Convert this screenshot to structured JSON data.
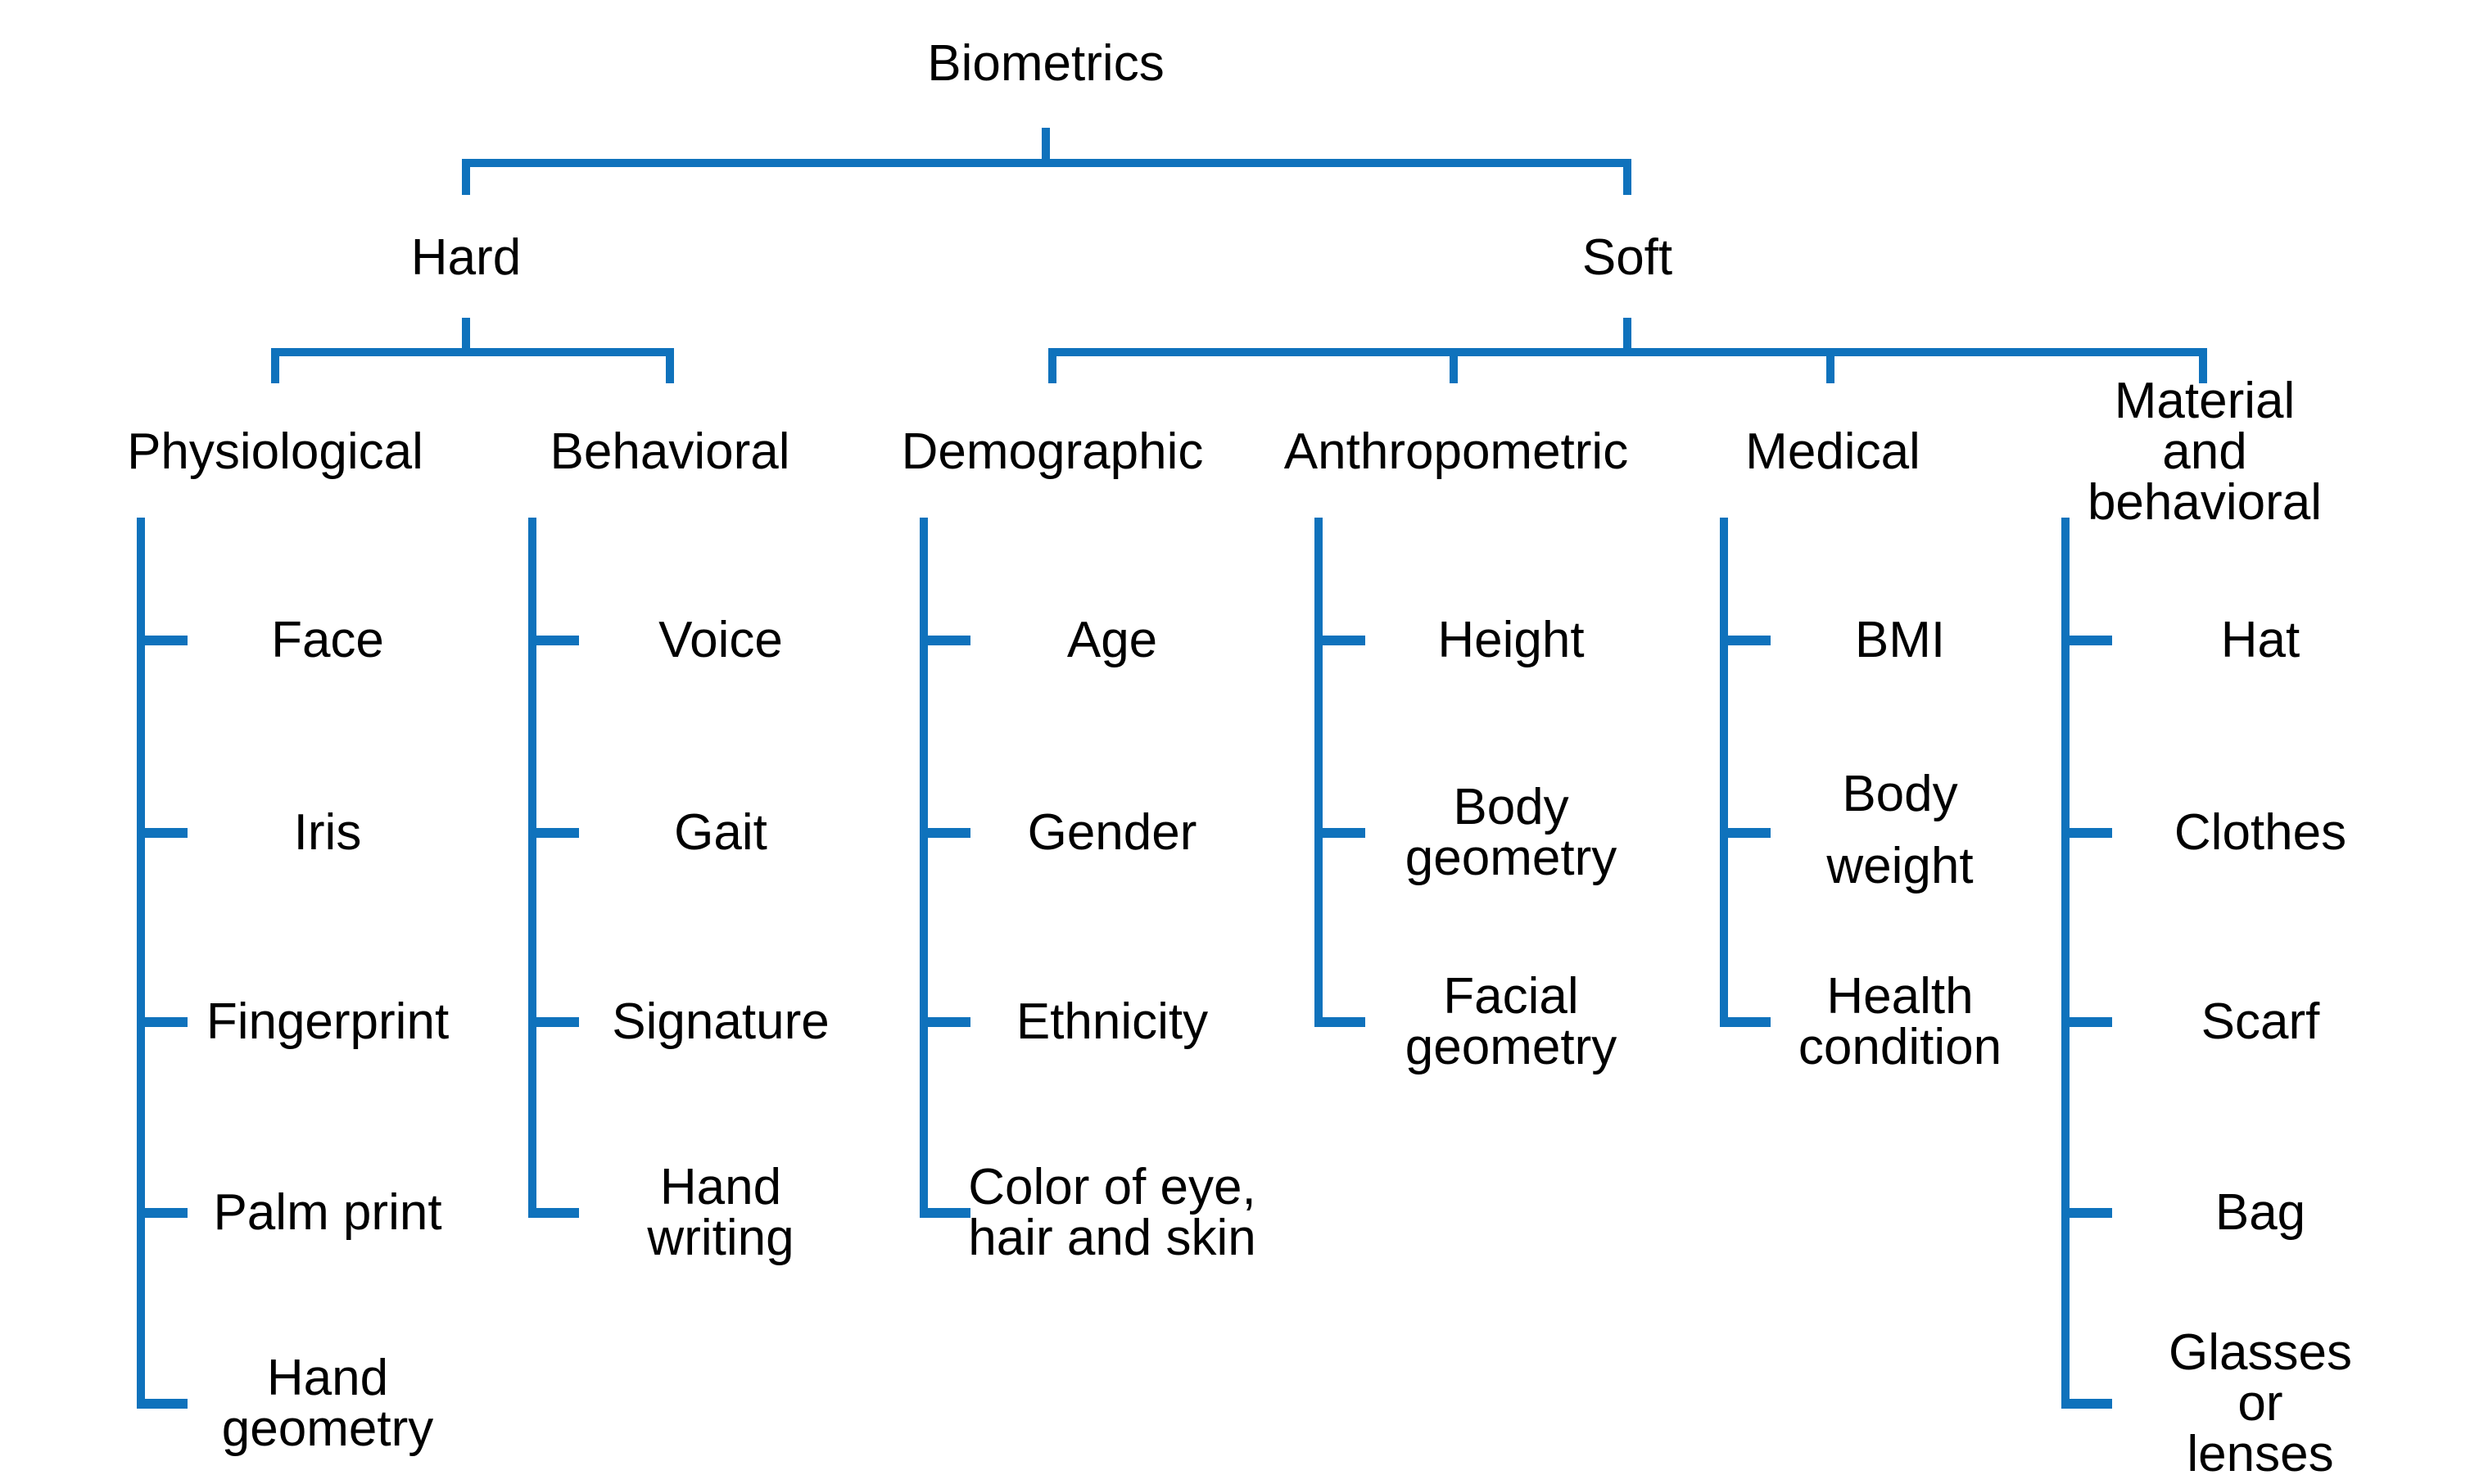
{
  "colors": {
    "line": "#0F72BC",
    "text": "#000000",
    "background": "#FFFFFF"
  },
  "root_label": "Biometrics",
  "branches": [
    {
      "label": "Hard",
      "columns": [
        {
          "header": "Physiological",
          "items": [
            "Face",
            "Iris",
            "Fingerprint",
            "Palm print",
            "Hand\ngeometry"
          ]
        },
        {
          "header": "Behavioral",
          "items": [
            "Voice",
            "Gait",
            "Signature",
            "Hand\nwriting"
          ]
        }
      ]
    },
    {
      "label": "Soft",
      "columns": [
        {
          "header": "Demographic",
          "items": [
            "Age",
            "Gender",
            "Ethnicity",
            "Color of eye,\nhair and skin"
          ]
        },
        {
          "header": "Anthropometric",
          "items": [
            "Height",
            "Body\ngeometry",
            "Facial\ngeometry"
          ]
        },
        {
          "header": "Medical",
          "items": [
            "BMI",
            "Body\nweight",
            "Health\ncondition"
          ]
        },
        {
          "header": "Material and\nbehavioral",
          "items": [
            "Hat",
            "Clothes",
            "Scarf",
            "Bag",
            "Glasses or\nlenses"
          ]
        }
      ]
    }
  ]
}
